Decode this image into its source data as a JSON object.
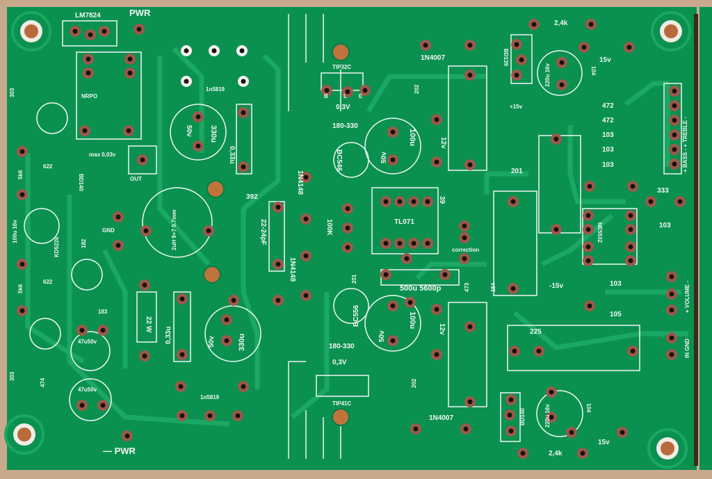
{
  "board": {
    "colors": {
      "solder_mask": "#0a9150",
      "trace": "#1aa864",
      "silkscreen": "#f2f6f2",
      "copper": "#8a4a3a",
      "background": "#c9a98c"
    },
    "labels": {
      "lm7824": "LM7824",
      "pwr_top": "PWR",
      "pwr_bottom": "— PWR",
      "d1n5819_top": "1n5819",
      "d1n5819_bot": "1n5819",
      "c50v_a": "50v",
      "c330u_a": "330u",
      "c033u_a": "0,33u",
      "c50v_b": "50v",
      "c330u_b": "330u",
      "c033u_b": "0,33u",
      "max": "max 0,03v",
      "out": "OUT",
      "nrpo": "NRPO",
      "gnd": "GND",
      "tip32c": "TIP32C",
      "b": "B",
      "l": "L",
      "e": "E",
      "v03_top": "0,3V",
      "r180_top": "180-330",
      "bc546": "BC546",
      "d1n4148_a": "1N4148",
      "d1n4148_b": "1N4148",
      "r392": "392",
      "c22pf": "22-24pF",
      "r100k": "100K",
      "tl071": "TL071",
      "correction": "correction",
      "r39": "39",
      "d1n4007_top": "1N4007",
      "r202_top": "202",
      "z12v_top": "12v",
      "c50v_c": "50v",
      "c100u_c": "100u",
      "bd139": "BD139",
      "r24k_top": "2,4k",
      "z15v_top": "15v",
      "c220u_top": "220u 16v",
      "c104_top": "104",
      "p15v": "+15v",
      "c472a": "472",
      "c472b": "472",
      "c103a": "103",
      "c103b": "103",
      "c103c": "103",
      "bass_treble": "+ BASS -   + TREBLE -",
      "c201_top": "201",
      "c333": "333",
      "ne5532": "NE5532",
      "c103d": "103",
      "m15v": "-15v",
      "c103e": "103",
      "c105": "105",
      "volume": "+ VOLUME -",
      "in_gnd": "IN GND",
      "c225": "225",
      "c500u": "500u 5600p",
      "c473": "473",
      "c154": "154",
      "bc556": "BC556",
      "c201_b": "201",
      "r180_bot": "180-330",
      "v03_bot": "0,3V",
      "tip41c": "TIP41C",
      "d1n4007_bot": "1N4007",
      "r202_bot": "202",
      "z12v_bot": "12v",
      "c50v_d": "50v",
      "c100u_d": "100u",
      "bd140_r": "BD140",
      "c220u_bot": "220u 16v",
      "c104_bot": "104",
      "z15v_bot": "15v",
      "r24k_bot": "2,4k",
      "c47u_a": "47u50v",
      "c47u_b": "47u50v",
      "c474": "474",
      "r303_a": "303",
      "r303_b": "303",
      "r183": "183",
      "r622_a": "622",
      "r622_b": "622",
      "r5k6_a": "5k6",
      "r5k6_b": "5k6",
      "bd140_l": "BD140",
      "kd": "KD5226",
      "c100u16": "100u 16v",
      "r182": "182",
      "coil": "2uH 9+7 0.7mm",
      "r22w": "22 W"
    }
  }
}
